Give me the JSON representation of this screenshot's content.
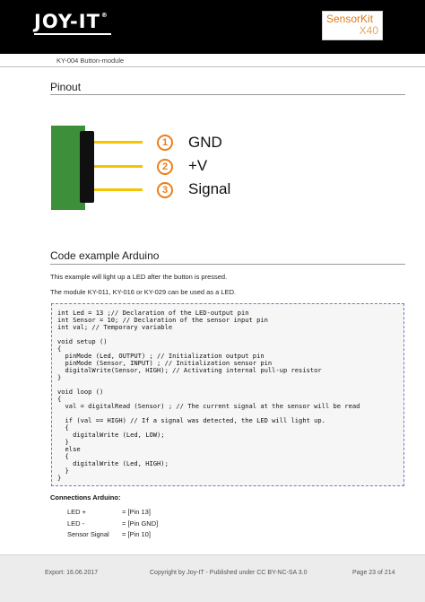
{
  "header": {
    "brand": "JOY-IT",
    "reg_mark": "®",
    "sensorkit_title": "SensorKit",
    "sensorkit_sub": "X40"
  },
  "subheader": {
    "doc_title": "KY-004 Button-module"
  },
  "pinout": {
    "title": "Pinout",
    "pins": [
      {
        "num": "1",
        "label": "GND"
      },
      {
        "num": "2",
        "label": "+V"
      },
      {
        "num": "3",
        "label": "Signal"
      }
    ],
    "colors": {
      "pcb": "#3d8f3a",
      "pin": "#f5c400",
      "accent": "#ee7d1a"
    }
  },
  "code_section": {
    "title": "Code example Arduino",
    "para1": "This example will light up a LED after the button is pressed.",
    "para2": "The module KY-011, KY-016 or KY-029 can be used as a LED.",
    "code": "int Led = 13 ;// Declaration of the LED-output pin\nint Sensor = 10; // Declaration of the sensor input pin\nint val; // Temporary variable\n\nvoid setup ()\n{\n  pinMode (Led, OUTPUT) ; // Initialization output pin\n  pinMode (Sensor, INPUT) ; // Initialization sensor pin\n  digitalWrite(Sensor, HIGH); // Activating internal pull-up resistor\n}\n\nvoid loop ()\n{\n  val = digitalRead (Sensor) ; // The current signal at the sensor will be read\n\n  if (val == HIGH) // If a signal was detected, the LED will light up.\n  {\n    digitalWrite (Led, LOW);\n  }\n  else\n  {\n    digitalWrite (Led, HIGH);\n  }\n}"
  },
  "connections": {
    "title": "Connections Arduino:",
    "rows": [
      {
        "left": "LED +",
        "right": "= [Pin 13]"
      },
      {
        "left": "LED -",
        "right": "= [Pin GND]"
      },
      {
        "left": "Sensor Signal",
        "right": "= [Pin 10]"
      }
    ]
  },
  "footer": {
    "export": "Export: 16.06.2017",
    "copyright": "Copyright by Joy-IT - Published under CC BY-NC-SA 3.0",
    "page": "Page 23 of 214"
  }
}
